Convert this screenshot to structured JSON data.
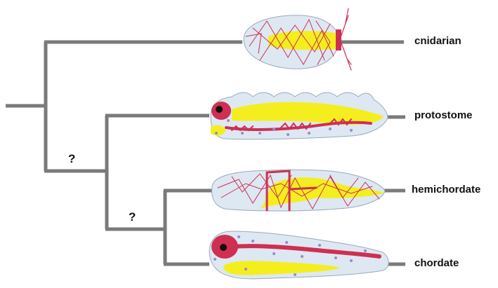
{
  "taxa": [
    {
      "label": "cnidarian"
    },
    {
      "label": "protostome"
    },
    {
      "label": "hemichordate"
    },
    {
      "label": "chordate"
    }
  ],
  "uncertain_nodes": [
    "?",
    "?"
  ],
  "colors": {
    "branch": "#7a7a7a",
    "body": "#dde8f3",
    "nervous_system": "#cf2f52",
    "yolk_region": "#f4ee1e",
    "cells": "#9b88c6"
  }
}
